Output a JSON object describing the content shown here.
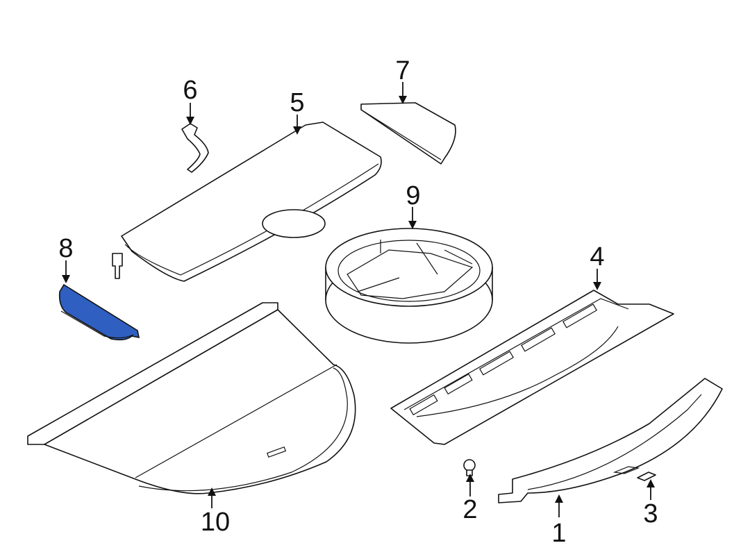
{
  "diagram": {
    "highlight_color": "#2f5fc0",
    "callouts": [
      {
        "id": "1",
        "label": "1"
      },
      {
        "id": "2",
        "label": "2"
      },
      {
        "id": "3",
        "label": "3"
      },
      {
        "id": "4",
        "label": "4"
      },
      {
        "id": "5",
        "label": "5"
      },
      {
        "id": "6",
        "label": "6"
      },
      {
        "id": "7",
        "label": "7"
      },
      {
        "id": "8",
        "label": "8",
        "highlighted": true
      },
      {
        "id": "9",
        "label": "9"
      },
      {
        "id": "10",
        "label": "10"
      }
    ]
  }
}
